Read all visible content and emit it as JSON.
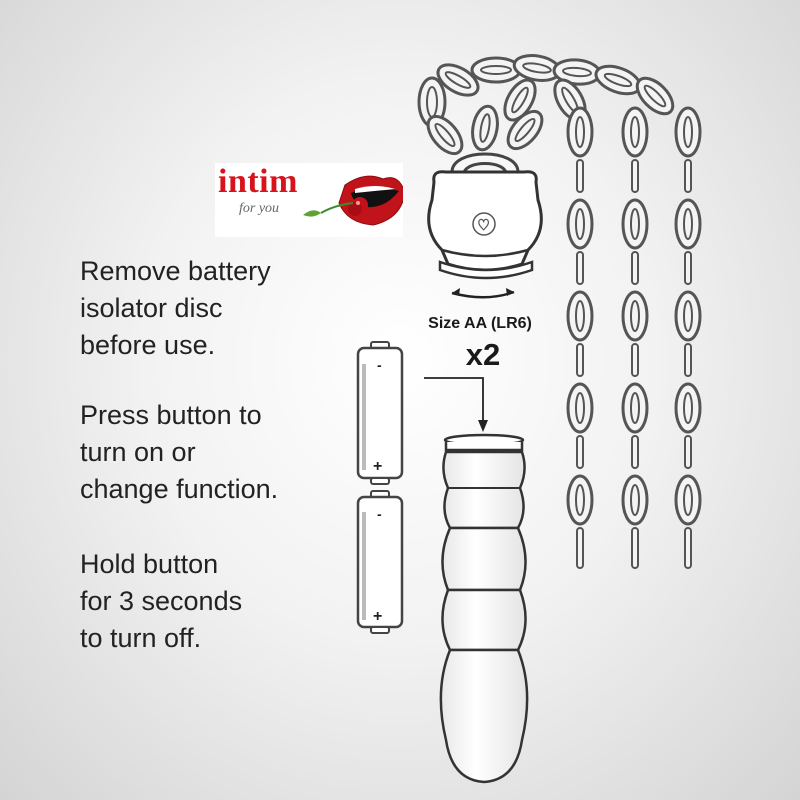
{
  "logo": {
    "brand": "intim",
    "tagline": "for you",
    "icon": "lips-with-cherry-icon"
  },
  "instructions": [
    {
      "lines": [
        "Remove battery",
        "isolator disc",
        "before use."
      ]
    },
    {
      "lines": [
        "Press button to",
        "turn on or",
        "change function."
      ]
    },
    {
      "lines": [
        "Hold button",
        "for 3 seconds",
        "to turn off."
      ]
    }
  ],
  "battery": {
    "size_label": "Size AA (LR6)",
    "quantity": "x2",
    "positive": "+",
    "negative": "-"
  },
  "colors": {
    "brand_red": "#d7131b",
    "text": "#222222"
  }
}
